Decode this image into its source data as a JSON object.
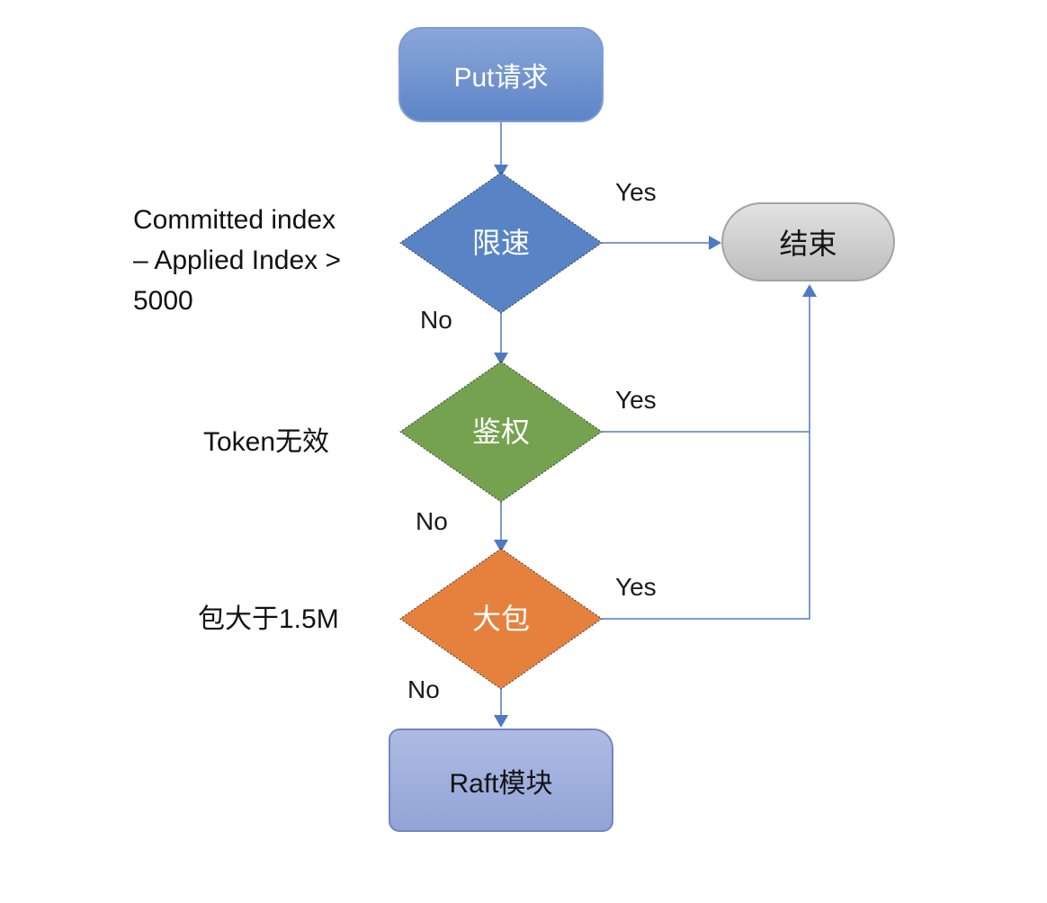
{
  "flowchart": {
    "nodes": {
      "start": {
        "label": "Put请求",
        "shape": "rounded-rect",
        "color": "#5d85c7"
      },
      "rate_limit": {
        "label": "限速",
        "shape": "diamond",
        "color": "#5884c6"
      },
      "auth": {
        "label": "鉴权",
        "shape": "diamond",
        "color": "#75a24f"
      },
      "big_packet": {
        "label": "大包",
        "shape": "diamond",
        "color": "#e6813d"
      },
      "end": {
        "label": "结束",
        "shape": "stadium",
        "color": "#c9c9c9"
      },
      "raft": {
        "label": "Raft模块",
        "shape": "rounded-rect",
        "color": "#98a8d9"
      }
    },
    "edge_labels": {
      "rate_limit_yes": "Yes",
      "rate_limit_no": "No",
      "auth_yes": "Yes",
      "auth_no": "No",
      "big_packet_yes": "Yes",
      "big_packet_no": "No"
    },
    "annotations": {
      "rate_limit_condition": {
        "lines": [
          "Committed index",
          "– Applied Index >",
          "5000"
        ]
      },
      "auth_condition": "Token无效",
      "big_packet_condition": "包大于1.5M"
    },
    "colors": {
      "connector": "#6b8fc9",
      "arrowhead": "#4d7ac1",
      "diamond_blue": "#5884c6",
      "diamond_green": "#75a24f",
      "diamond_orange": "#e6813d",
      "start_fill": "#5d85c7",
      "end_fill": "#c9c9c9",
      "raft_fill": "#98a8d9",
      "text_dark": "#111111",
      "text_light": "#ffffff"
    }
  }
}
